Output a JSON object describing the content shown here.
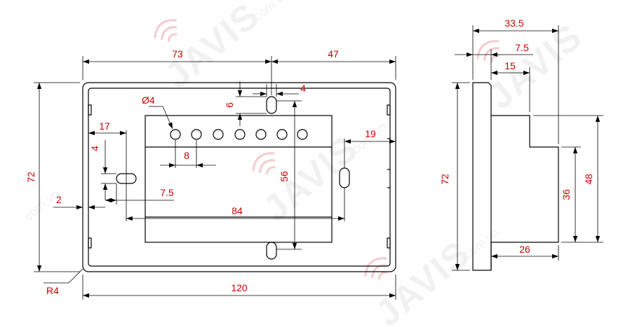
{
  "watermark": {
    "brand": "JAVIS",
    "suffix": ".com.vn",
    "arc_color": "#f4cccc"
  },
  "colors": {
    "dimension_text": "#cc0000",
    "outline": "#000000",
    "background": "#ffffff"
  },
  "front_view": {
    "overall_width": "120",
    "overall_height": "72",
    "left_to_slot": "73",
    "slot_to_right": "47",
    "corner_radius": "R4",
    "wall_thickness": "2",
    "hole_diameter": "Ø4",
    "hole_pitch": "8",
    "top_slot_width": "4",
    "top_slot_height": "6",
    "left_slot_height": "4",
    "left_to_slot_center": "17",
    "slot_offset": "7.5",
    "horizontal_slot_distance": "84",
    "vertical_slot_distance": "56",
    "right_to_slot": "19"
  },
  "side_view": {
    "total_depth": "33.5",
    "faceplate_thickness": "7.5",
    "upper_step_depth": "15",
    "body_depth": "26",
    "overall_height": "72",
    "body_height": "48",
    "lower_body_height": "36"
  }
}
